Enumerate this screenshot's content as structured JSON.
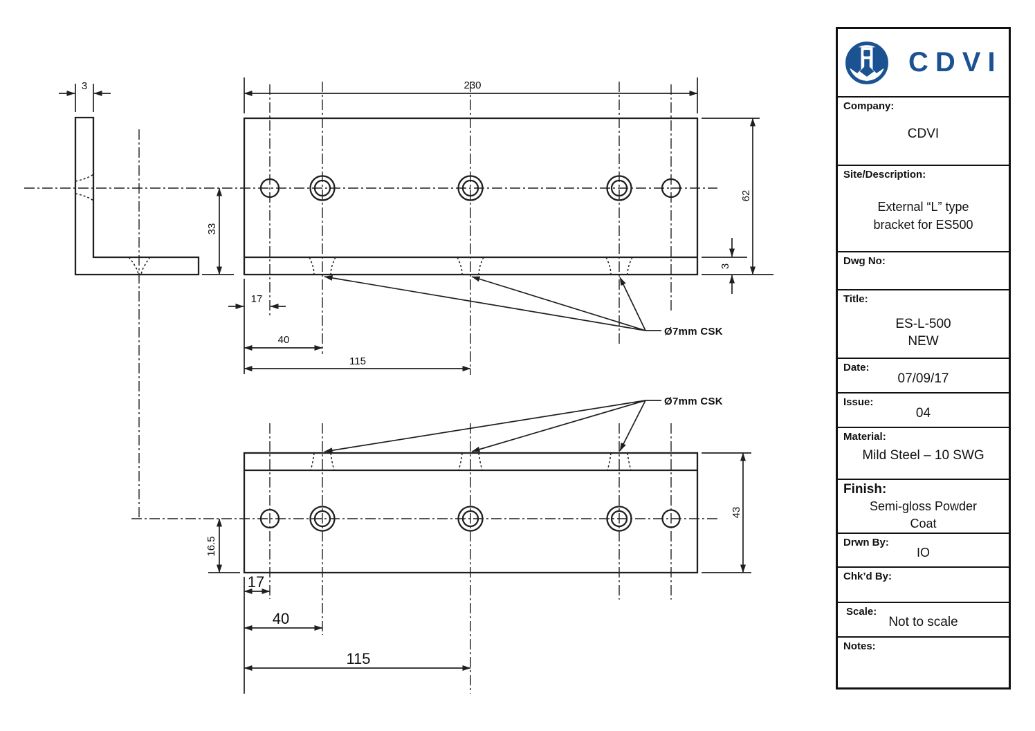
{
  "colors": {
    "brand_blue": "#1b5291",
    "line_color": "#1f1f1f"
  },
  "drawing": {
    "csk_note_top": "Ø7mm CSK",
    "csk_note_bottom": "Ø7mm CSK",
    "dims": {
      "side_thickness": "3",
      "side_hole_to_bottom": "33",
      "overall_width": "230",
      "overall_height": "62",
      "flange_thickness": "3",
      "top_hole1": "17",
      "top_hole2": "40",
      "top_hole3": "115",
      "bottom_hole_to_edge": "16.5",
      "bottom_hole1": "17",
      "bottom_hole2": "40",
      "bottom_hole3": "115",
      "bottom_height": "43"
    }
  },
  "title_block": {
    "logo_text": "CDVI",
    "company": {
      "label": "Company:",
      "value": "CDVI"
    },
    "site": {
      "label": "Site/Description:",
      "value": "External “L” type\nbracket for ES500"
    },
    "dwg": {
      "label": "Dwg No:",
      "value": ""
    },
    "title": {
      "label": "Title:",
      "value": "ES-L-500\nNEW"
    },
    "date": {
      "label": "Date:",
      "value": "07/09/17"
    },
    "issue": {
      "label": "Issue:",
      "value": "04"
    },
    "material": {
      "label": "Material:",
      "value": "Mild Steel – 10 SWG"
    },
    "finish": {
      "label": "Finish:",
      "value": "Semi-gloss Powder\nCoat"
    },
    "drwn": {
      "label": "Drwn By:",
      "value": "IO"
    },
    "chkd": {
      "label": "Chk’d By:",
      "value": ""
    },
    "scale": {
      "label": "Scale:",
      "value": "Not to scale"
    },
    "notes": {
      "label": "Notes:",
      "value": ""
    }
  }
}
